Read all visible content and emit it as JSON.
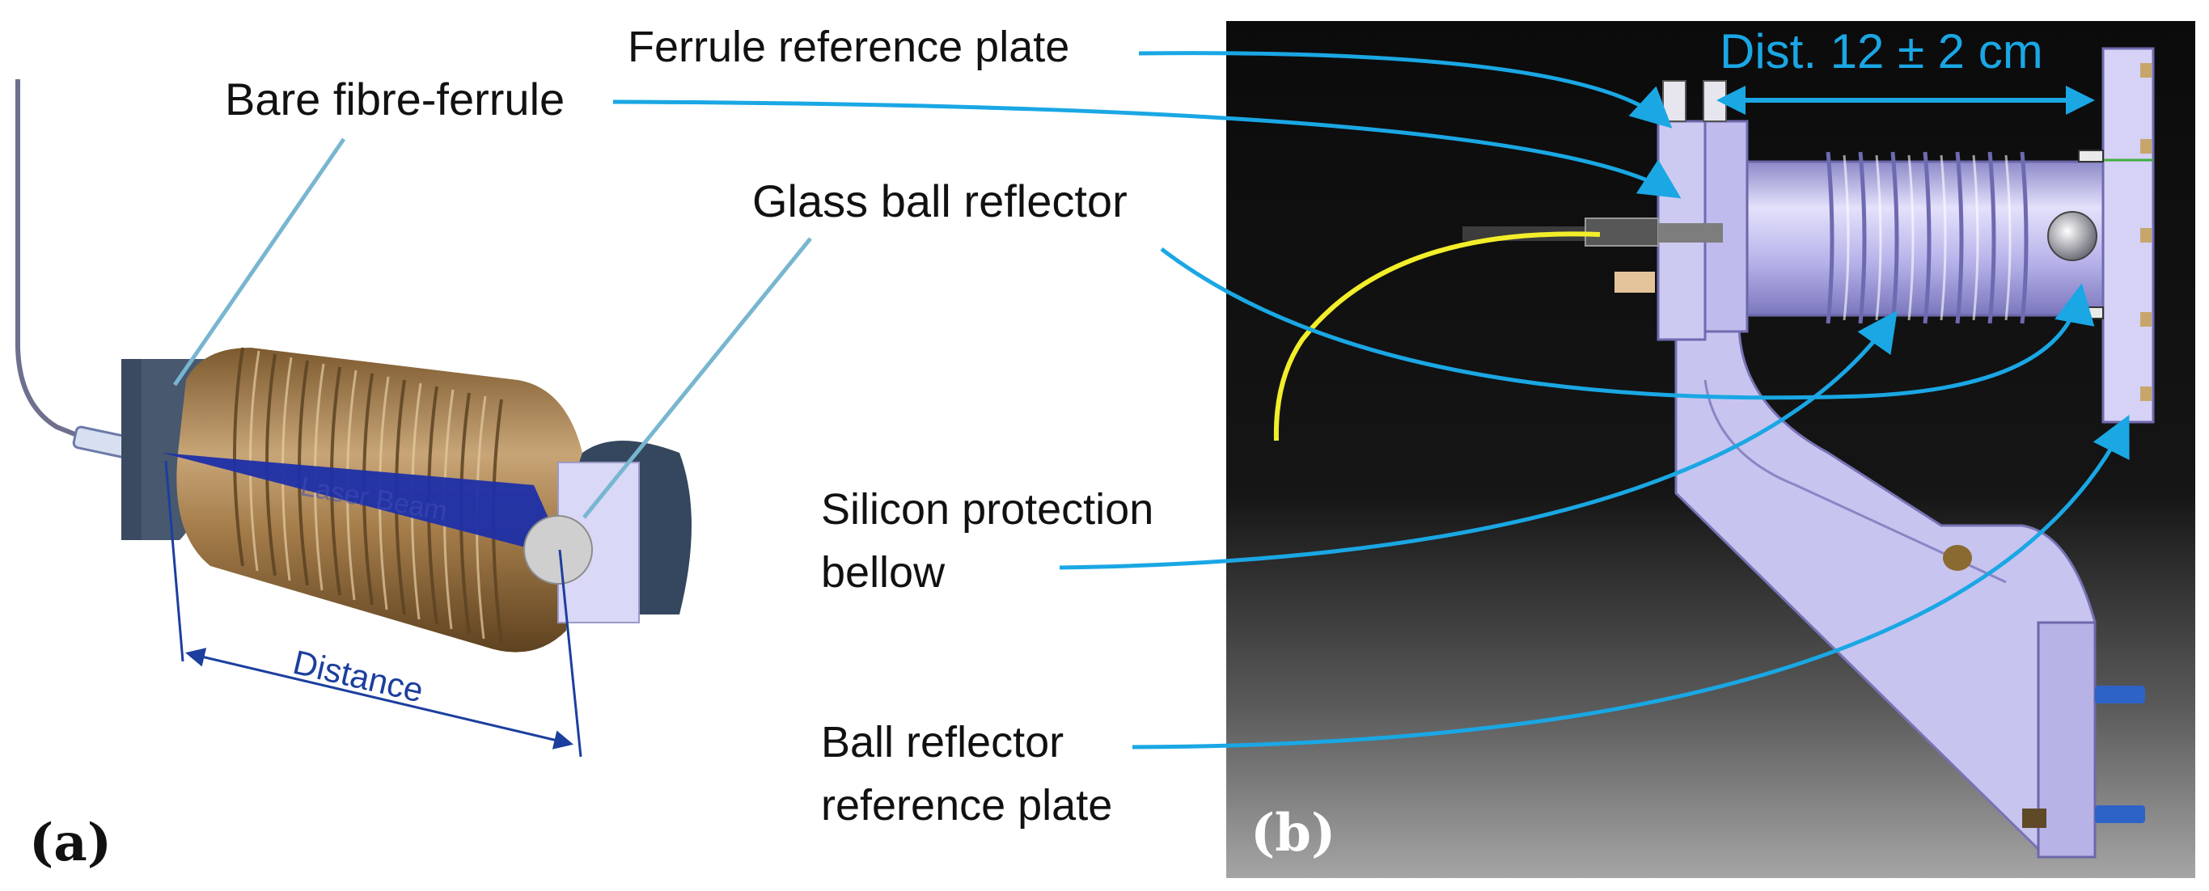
{
  "panel_a": {
    "letter": "(a)",
    "labels": {
      "bare_fibre_ferrule": "Bare fibre-ferrule",
      "glass_ball_reflector": "Glass ball reflector",
      "distance": "Distance",
      "laser_beam_faint": "Laser Beam"
    }
  },
  "panel_b": {
    "letter": "(b)",
    "dist_label": "Dist. 12 ± 2 cm"
  },
  "callouts": {
    "ferrule_reference_plate": "Ferrule reference plate",
    "silicon_protection_line1": "Silicon protection",
    "silicon_protection_line2": "bellow",
    "ball_reflector_line1": "Ball reflector",
    "ball_reflector_line2": "reference plate"
  },
  "colors": {
    "callout_blue": "#1aa7e4",
    "dimension_blue": "#1c3f9e",
    "beam_blue": "#1d2fa8",
    "bellow_brown": "#a07a45",
    "cad_lavender": "#c9c6ee",
    "fibre_yellow": "#f2ee2a",
    "photo_dark": "#0d0d0d"
  }
}
